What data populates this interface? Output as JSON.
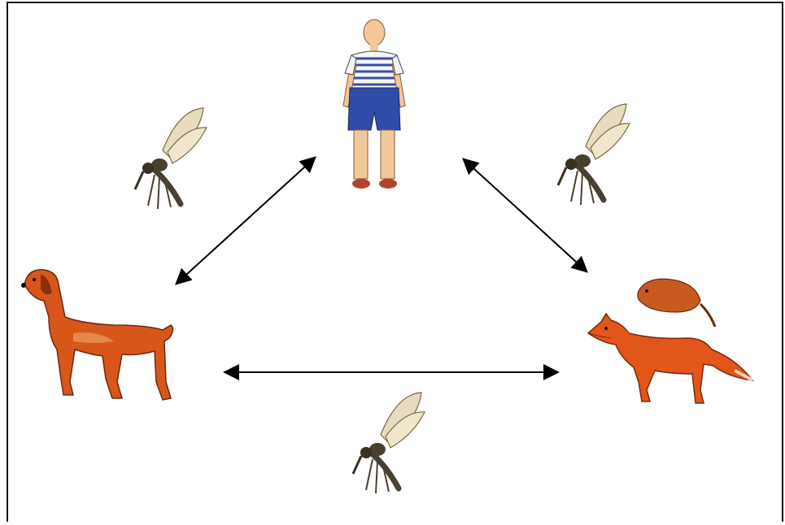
{
  "diagram": {
    "nodes": [
      {
        "id": "human",
        "icon": "human-figure-icon"
      },
      {
        "id": "dog",
        "icon": "dog-icon"
      },
      {
        "id": "wild-animals",
        "icon": "fox-and-rodent-icon"
      }
    ],
    "vectors": [
      {
        "icon": "sandfly-icon",
        "between": [
          "dog",
          "human"
        ]
      },
      {
        "icon": "sandfly-icon",
        "between": [
          "human",
          "wild-animals"
        ]
      },
      {
        "icon": "sandfly-icon",
        "between": [
          "dog",
          "wild-animals"
        ]
      }
    ],
    "arrows": [
      {
        "from": "dog",
        "to": "human",
        "style": "double-headed"
      },
      {
        "from": "human",
        "to": "wild-animals",
        "style": "double-headed"
      },
      {
        "from": "dog",
        "to": "wild-animals",
        "style": "double-headed"
      }
    ]
  },
  "colors": {
    "frame": "#111111",
    "arrow": "#000000",
    "fur_orange": "#d9561a",
    "fur_dark": "#8a2e10",
    "shirt_stripe": "#3a4f9a",
    "shorts": "#2f4ca8",
    "skin": "#f2c79a",
    "insect_body": "#4a4030",
    "insect_wing": "#e8dcc0"
  }
}
